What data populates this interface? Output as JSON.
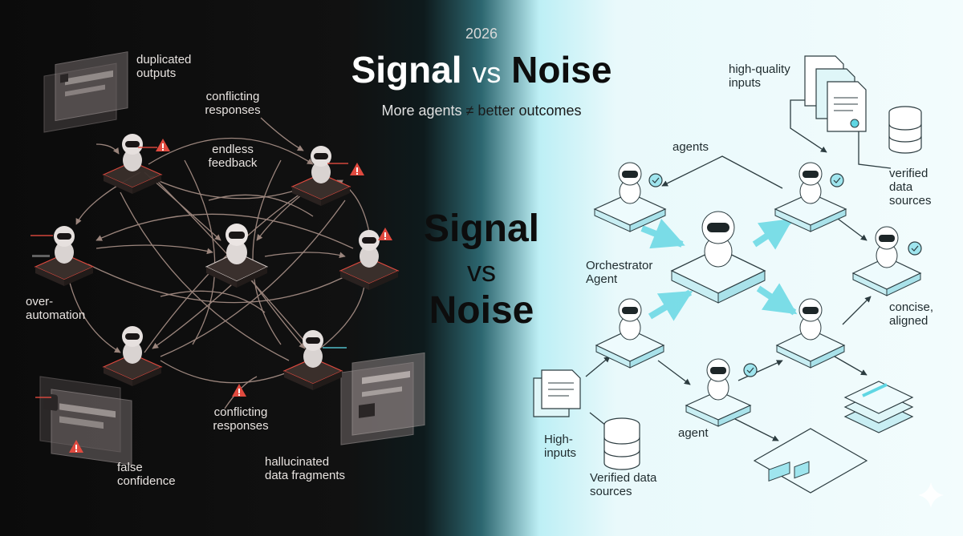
{
  "header": {
    "year": "2026",
    "title_signal": "Signal",
    "title_vs": "vs",
    "title_noise": "Noise",
    "subtitle_left": "More agents ",
    "subtitle_right": "≠ better outcomes"
  },
  "center": {
    "signal": "Signal",
    "vs": "vs",
    "noise": "Noise"
  },
  "noise_side": {
    "duplicated_line1": "duplicated",
    "duplicated_line2": "outputs",
    "conflicting_top_line1": "conflicting",
    "conflicting_top_line2": "responses",
    "endless_line1": "endless",
    "endless_line2": "feedback",
    "over_line1": "over-",
    "over_line2": "automation",
    "conflicting_bottom_line1": "conflicting",
    "conflicting_bottom_line2": "responses",
    "false_line1": "false",
    "false_line2": "confidence",
    "hallucinated_line1": "hallucinated",
    "hallucinated_line2": "data fragments"
  },
  "signal_side": {
    "hq_top_line1": "high-quality",
    "hq_top_line2": "inputs",
    "agents": "agents",
    "verified_top_line1": "verified",
    "verified_top_line2": "data",
    "verified_top_line3": "sources",
    "orchestrator_line1": "Orchestrator",
    "orchestrator_line2": "Agent",
    "concise_line1": "concise,",
    "concise_line2": "aligned",
    "hq_bottom_line1": "High-",
    "hq_bottom_line2": "inputs",
    "agent": "agent",
    "verified_bottom_line1": "Verified data",
    "verified_bottom_line2": "sources"
  },
  "colors": {
    "noise_accent": "#e04a3f",
    "signal_accent": "#39c3d4",
    "noise_bg": "#0b0b0b",
    "signal_bg": "#f3fcfd"
  }
}
